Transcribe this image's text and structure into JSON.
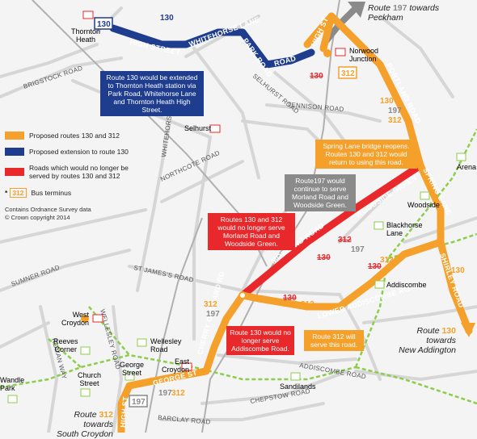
{
  "colors": {
    "orange": "#f5a02a",
    "blue": "#1f3d8f",
    "red": "#e8282b",
    "grey": "#8a8a8a",
    "rail": "#8ccd4b"
  },
  "roads": {
    "high_street": "HIGH STREET",
    "whitehorse_lane": "WHITEHORSE LANE",
    "park_road": "PARK ROAD",
    "road": "ROAD",
    "high_st_ne": "HIGH ST",
    "brigstock_road": "BRIGSTOCK ROAD",
    "selhurst_road": "SELHURST ROAD",
    "tennison_road": "TENNISON ROAD",
    "portland_road": "PORTLAND ROAD",
    "whitehorse_road": "WHITEHORSE ROAD",
    "northcote_road": "NORTHCOTE ROAD",
    "spring_lane": "SPRING LANE",
    "woodside_green": "WOODSIDE GREEN",
    "morland_road": "MORLAND ROAD",
    "shirley_road": "SHIRLEY ROAD",
    "st_james_road": "ST JAMES'S ROAD",
    "sumner_road": "SUMNER ROAD",
    "wellesley_road": "WELLESLEY ROAD",
    "roman_way": "ROMAN WAY",
    "cherry_orchard_rd": "CHERRY ORCHARD RD",
    "lower_addiscombe_road": "LOWER ADDISCOMBE ROAD",
    "addiscombe_road": "ADDISCOMBE ROAD",
    "george_st": "GEORGE ST",
    "chepstow_road": "CHEPSTOW ROAD",
    "barclay_road": "BARCLAY ROAD",
    "high_st_sw": "HIGH ST"
  },
  "places": {
    "thornton_heath": "Thornton\nHeath",
    "norwood_junction": "Norwood\nJunction",
    "selhurst": "Selhurst",
    "arena": "Arena",
    "woodside": "Woodside",
    "blackhorse_lane": "Blackhorse\nLane",
    "addiscombe": "Addiscombe",
    "west_croydon": "West\nCroydon",
    "reeves_corner": "Reeves\nCorner",
    "wellesley_road": "Wellesley\nRoad",
    "church_street": "Church\nStreet",
    "george_street": "George\nStreet",
    "east_croydon": "East\nCroydon",
    "sandilands": "Sandilands",
    "wandle_park": "Wandle\nPark"
  },
  "route_numbers": {
    "n130_blue": "130",
    "n130_top": "130",
    "n130_struck_nj": "130",
    "n312_nj": "312",
    "portland_130": "130",
    "portland_197": "197",
    "portland_312": "312",
    "woodside_312_struck": "312",
    "woodside_197": "197",
    "woodside_130_struck": "130",
    "lower_130_struck": "130",
    "lower_312": "312",
    "lower_312b": "312",
    "shirley_130_struck": "130",
    "shirley_130": "130",
    "cherry_312": "312",
    "cherry_197": "197",
    "east_197": "197",
    "east_312": "312",
    "term_197": "197"
  },
  "callouts": {
    "blue_ext": "Route 130 would be extended to Thornton Heath station via Park Road, Whitehorse Lane and Thornton Heath High Street.",
    "spring_lane": "Spring Lane bridge reopens. Routes 130 and 312 would return to using this road.",
    "route197": "Route197 would continue to serve Morland Road and Woodside Green.",
    "red_roads": "Routes 130 and 312 would no longer serve Morland Road and Woodside Green.",
    "no130": "Route 130 would no longer serve Addiscombe Road.",
    "r312": "Route 312 will serve this road."
  },
  "legend": {
    "orange": "Proposed routes 130 and 312",
    "blue": "Proposed extension to route 130",
    "red": "Roads which would no longer be served by routes 130 and 312",
    "terminus_num": "312",
    "terminus": "Bus terminus",
    "copyright": "Contains Ordnance Survey data\n© Crown copyright 2014"
  },
  "destinations": {
    "peckham_pre": "Route ",
    "peckham_num": "197",
    "peckham_post": " towards\nPeckham",
    "na_pre": "Route ",
    "na_num": "130",
    "na_post": " towards\nNew Addington",
    "sc_pre": "Route ",
    "sc_num": "312",
    "sc_post": " towards\nSouth Croydon"
  }
}
